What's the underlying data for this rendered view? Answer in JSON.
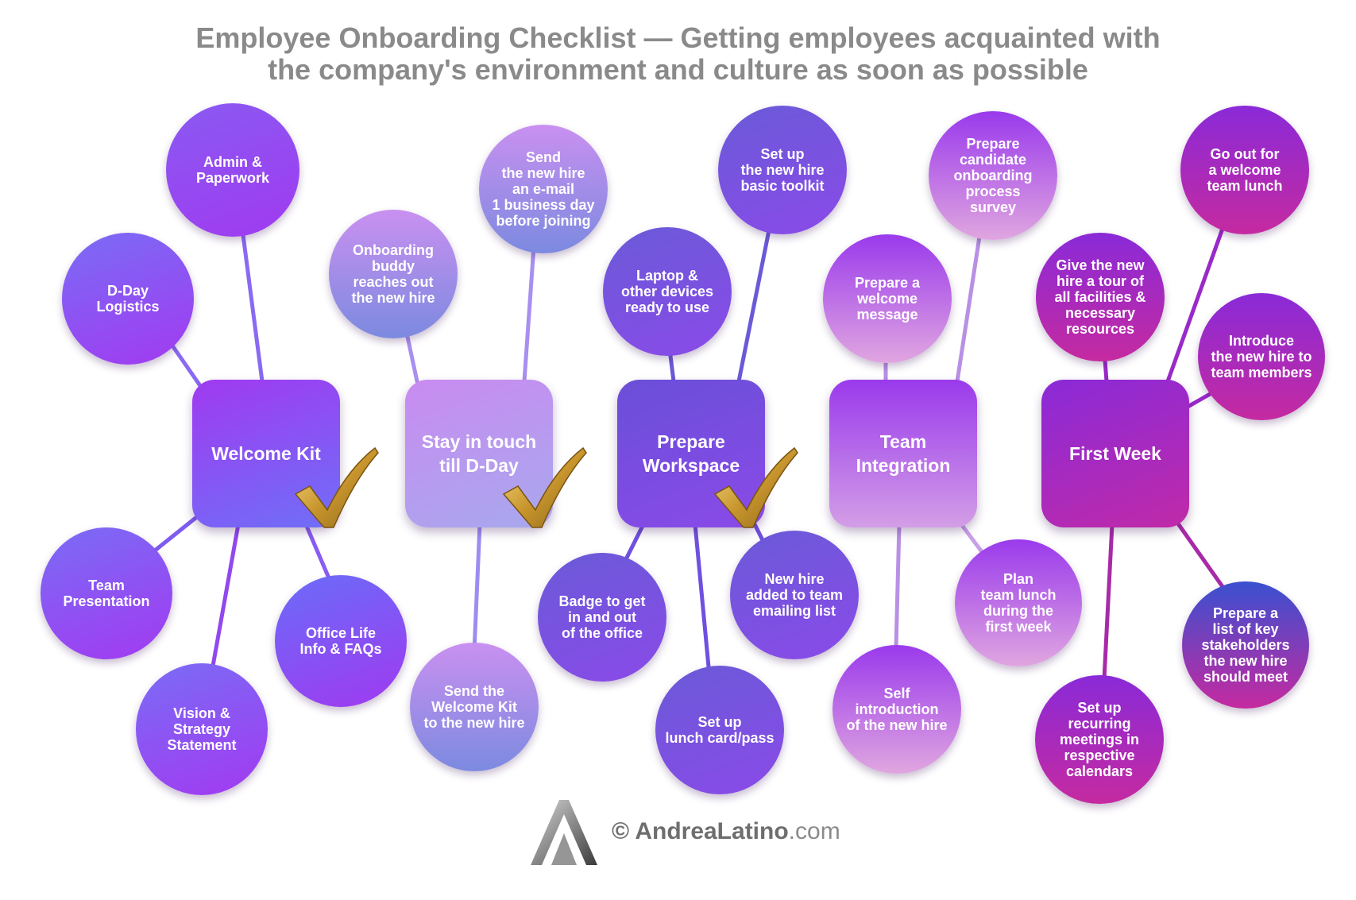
{
  "title": {
    "line1": "Employee Onboarding Checklist — Getting employees acquainted with",
    "line2": "the company's environment and culture as soon as possible"
  },
  "hubs": [
    {
      "id": "welcome-kit",
      "label": "Welcome Kit",
      "checked": true,
      "color_top": "#a03af0",
      "color_bottom": "#6f6ff8"
    },
    {
      "id": "stay-in-touch",
      "label": "Stay in touch\ntill D-Day",
      "checked": true,
      "color_top": "#c98bf0",
      "color_bottom": "#a7a8ee"
    },
    {
      "id": "prepare-workspace",
      "label": "Prepare\nWorkspace",
      "checked": true,
      "color_top": "#6a4fd8",
      "color_bottom": "#8a4ae8"
    },
    {
      "id": "team-integration",
      "label": "Team\nIntegration",
      "checked": false,
      "color_top": "#9a3aec",
      "color_bottom": "#d39ee6"
    },
    {
      "id": "first-week",
      "label": "First Week",
      "checked": false,
      "color_top": "#8a2ad8",
      "color_bottom": "#c02aa8"
    }
  ],
  "nodes": [
    {
      "hub": "welcome-kit",
      "label": "Admin &\nPaperwork"
    },
    {
      "hub": "welcome-kit",
      "label": "D-Day\nLogistics"
    },
    {
      "hub": "welcome-kit",
      "label": "Team\nPresentation"
    },
    {
      "hub": "welcome-kit",
      "label": "Vision &\nStrategy\nStatement"
    },
    {
      "hub": "welcome-kit",
      "label": "Office Life\nInfo & FAQs"
    },
    {
      "hub": "stay-in-touch",
      "label": "Onboarding\nbuddy\nreaches out\nthe new hire"
    },
    {
      "hub": "stay-in-touch",
      "label": "Send\nthe new hire\nan e-mail\n1 business day\nbefore joining"
    },
    {
      "hub": "stay-in-touch",
      "label": "Send the\nWelcome Kit\nto the new hire"
    },
    {
      "hub": "prepare-workspace",
      "label": "Laptop &\nother devices\nready to use"
    },
    {
      "hub": "prepare-workspace",
      "label": "Set up\nthe new hire\nbasic toolkit"
    },
    {
      "hub": "prepare-workspace",
      "label": "Badge to get\nin and out\nof the office"
    },
    {
      "hub": "prepare-workspace",
      "label": "Set up\nlunch card/pass"
    },
    {
      "hub": "prepare-workspace",
      "label": "New hire\nadded to team\nemailing list"
    },
    {
      "hub": "team-integration",
      "label": "Prepare a\nwelcome\nmessage"
    },
    {
      "hub": "team-integration",
      "label": "Prepare\ncandidate\nonboarding\nprocess\nsurvey"
    },
    {
      "hub": "team-integration",
      "label": "Self\nintroduction\nof the new hire"
    },
    {
      "hub": "team-integration",
      "label": "Plan\nteam lunch\nduring the\nfirst week"
    },
    {
      "hub": "first-week",
      "label": "Give the new\nhire a tour of\nall facilities &\nnecessary\nresources"
    },
    {
      "hub": "first-week",
      "label": "Go out for\na welcome\nteam lunch"
    },
    {
      "hub": "first-week",
      "label": "Introduce\nthe new hire to\nteam members"
    },
    {
      "hub": "first-week",
      "label": "Set up\nrecurring\nmeetings in\nrespective\ncalendars"
    },
    {
      "hub": "first-week",
      "label": "Prepare a\nlist of key\nstakeholders\nthe new hire\nshould meet"
    }
  ],
  "footer": {
    "copyright": "© AndreaLatino",
    "domain": ".com"
  },
  "icons": {
    "check": "gold-checkmark-icon",
    "logo": "andrea-latino-logo"
  }
}
